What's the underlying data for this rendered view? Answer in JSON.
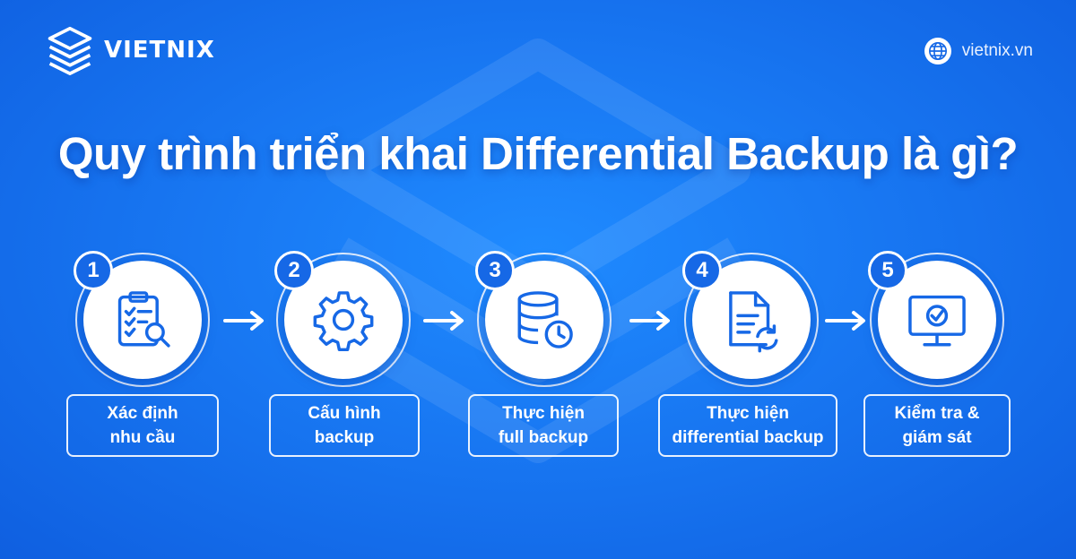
{
  "brand": {
    "name": "VIETNIX",
    "site": "vietnix.vn"
  },
  "title": "Quy trình triển khai Differential Backup là gì?",
  "icons": {
    "logo": "server-stack-logo",
    "site": "globe-icon"
  },
  "colors": {
    "background": "#1877f2",
    "icon": "#1668e6",
    "text": "#ffffff"
  },
  "steps": [
    {
      "number": "1",
      "line1": "Xác định",
      "line2": "nhu cầu",
      "icon": "clipboard-search-icon"
    },
    {
      "number": "2",
      "line1": "Cấu hình",
      "line2": "backup",
      "icon": "gear-icon"
    },
    {
      "number": "3",
      "line1": "Thực hiện",
      "line2": "full backup",
      "icon": "database-clock-icon"
    },
    {
      "number": "4",
      "line1": "Thực hiện",
      "line2": "differential backup",
      "icon": "document-refresh-icon"
    },
    {
      "number": "5",
      "line1": "Kiểm tra &",
      "line2": "giám sát",
      "icon": "monitor-check-icon"
    }
  ]
}
